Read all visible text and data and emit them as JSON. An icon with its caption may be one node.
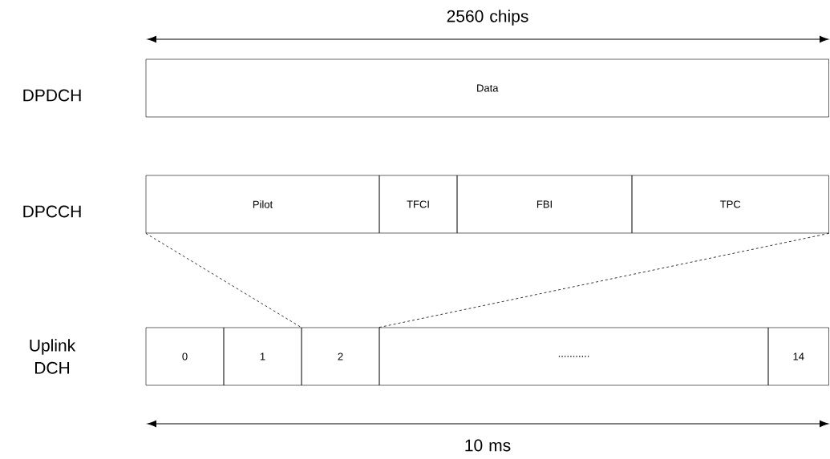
{
  "diagram": {
    "nodes": [
      {
        "text": [
          "Data"
        ]
      },
      {
        "text": [
          "Pilot"
        ]
      },
      {
        "text": [
          "TFCI"
        ]
      },
      {
        "text": [
          "FBI"
        ]
      },
      {
        "text": [
          "TPC"
        ]
      },
      {
        "text": [
          "0"
        ]
      },
      {
        "text": [
          "1"
        ]
      },
      {
        "text": [
          "2"
        ]
      },
      {
        "text": [
          "..........."
        ]
      },
      {
        "text": [
          "14"
        ]
      }
    ],
    "edges": [
      {
        "from": 1,
        "to": 7,
        "arrow": "none",
        "style": "dashed"
      },
      {
        "from": 4,
        "to": 8,
        "arrow": "none",
        "style": "dashed"
      }
    ],
    "labels": [
      "2560 chips",
      "DPDCH",
      "DPCCH",
      "Uplink DCH",
      "10 ms"
    ]
  }
}
